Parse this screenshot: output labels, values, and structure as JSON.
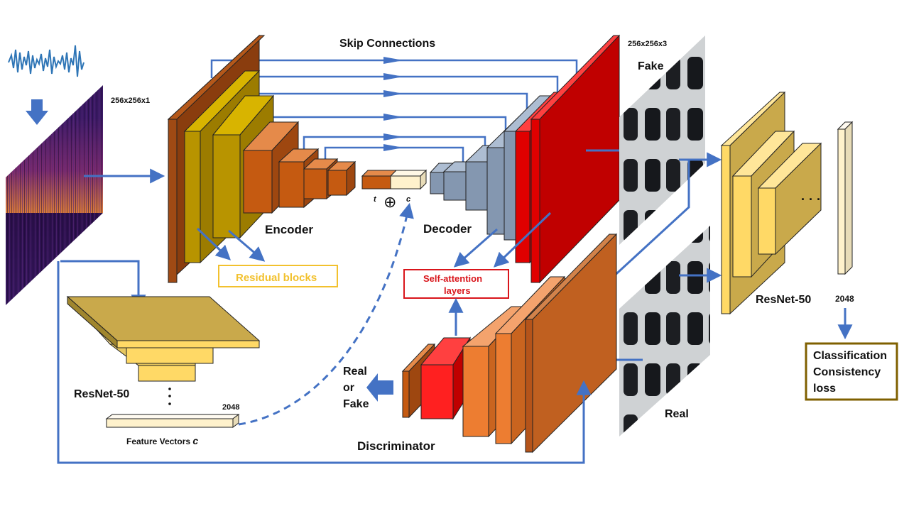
{
  "labels": {
    "title_skip": "Skip Connections",
    "dim_input": "256x256x1",
    "dim_output": "256x256x3",
    "fake": "Fake",
    "real": "Real",
    "encoder": "Encoder",
    "decoder": "Decoder",
    "residual_blocks": "Residual blocks",
    "self_attention_1": "Self-attention",
    "self_attention_2": "layers",
    "t": "t",
    "oplus": "⊕",
    "c": "c",
    "resnet_left": "ResNet-50",
    "resnet_right": "ResNet-50",
    "dim_2048_left": "2048",
    "dim_2048_right": "2048",
    "feature_vectors": "Feature Vectors",
    "feature_c": "c",
    "real_or_fake_1": "Real",
    "real_or_fake_2": "or",
    "real_or_fake_3": "Fake",
    "discriminator": "Discriminator",
    "loss_1": "Classification",
    "loss_2": "Consistency",
    "loss_3": "loss",
    "ellipsis_h": "· · ·"
  },
  "colors": {
    "arrow": "#4472C4",
    "residual_border": "#F2C12E",
    "residual_text": "#F2C12E",
    "self_attention": "#D9151B",
    "loss_border": "#7F6000",
    "encoder_dark": "#A04A14",
    "encoder_gold": "#B89400",
    "encoder_orange": "#C55A11",
    "decoder_blue": "#8497B0",
    "decoder_red": "#E00000",
    "resnet_gold": "#C9A94B",
    "resnet_yellow": "#FFD966",
    "disc_orange": "#ED7D31",
    "feature_cream": "#FFF2CC"
  }
}
